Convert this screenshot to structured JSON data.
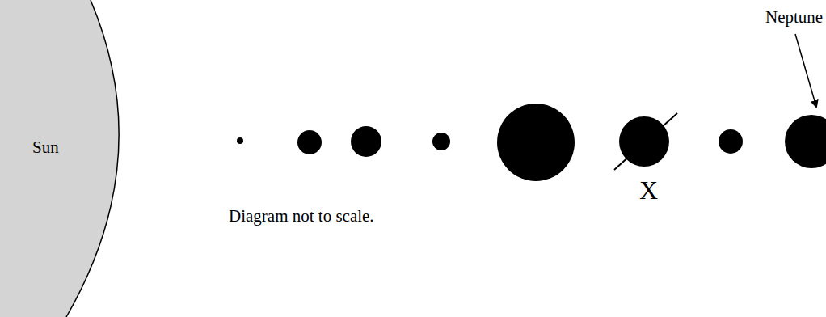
{
  "diagram": {
    "nodes": [
      {
        "text": [
          "Sun"
        ]
      }
    ],
    "labels": [
      "Neptune",
      "X",
      "Diagram not to scale."
    ]
  }
}
